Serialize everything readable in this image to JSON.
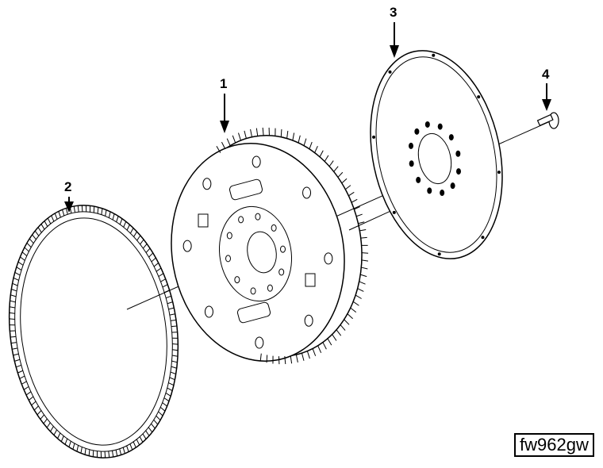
{
  "callouts": {
    "c1": "1",
    "c2": "2",
    "c3": "3",
    "c4": "4"
  },
  "figure_id": "fw962gw"
}
